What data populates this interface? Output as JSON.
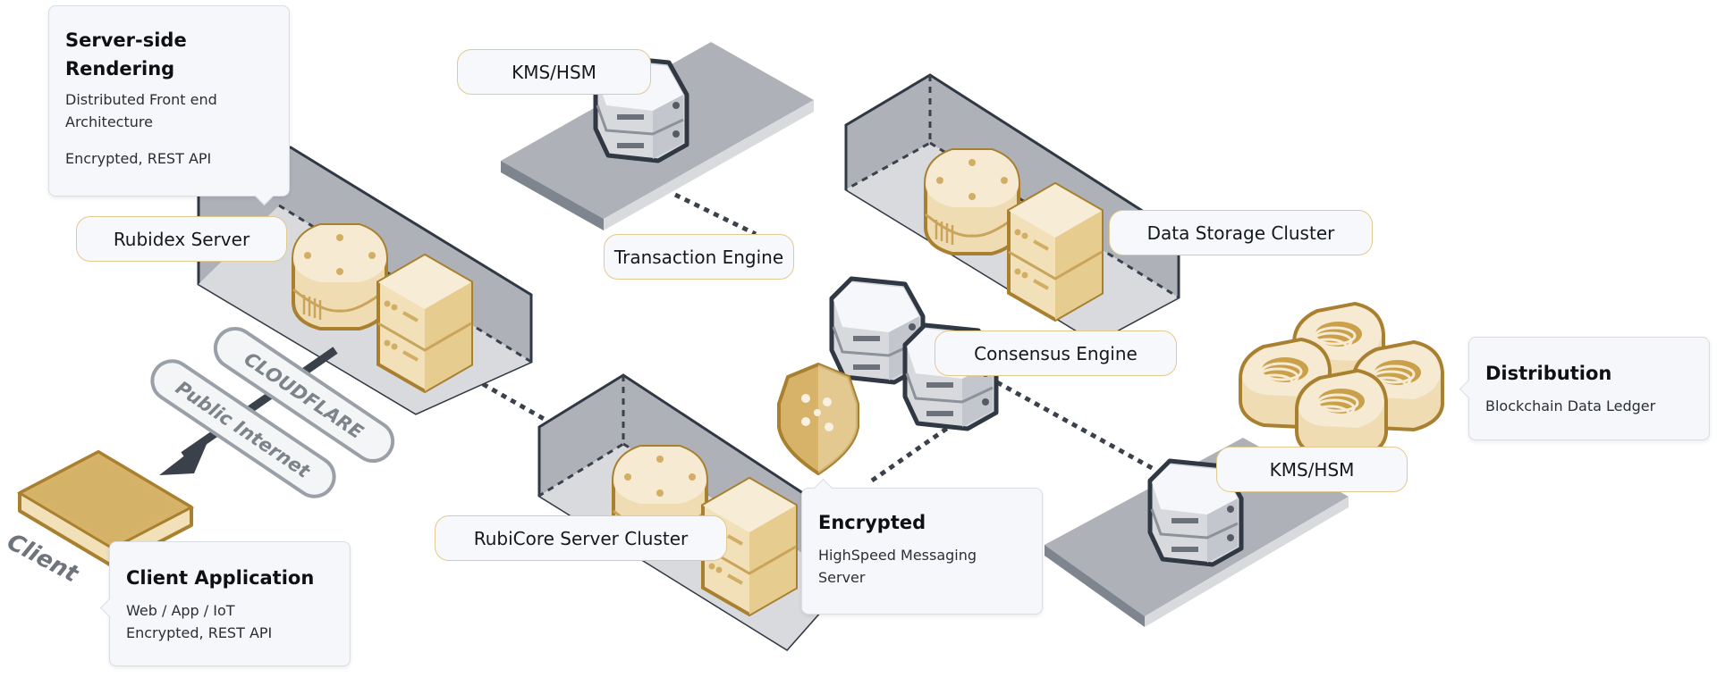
{
  "colors": {
    "accent_gold": "#d7b36a",
    "gold_outline": "#a8802f",
    "gold_light": "#f4e6c8",
    "platform_gray": "#aeb2b8",
    "platform_light": "#d8dade",
    "outline_dark": "#2f3843",
    "label_border": "#e2c98e"
  },
  "labels": {
    "kms_top": "KMS/HSM",
    "rubidex": "Rubidex Server",
    "transaction": "Transaction Engine",
    "data_storage": "Data Storage Cluster",
    "consensus": "Consensus Engine",
    "rubicore": "RubiCore Server Cluster",
    "kms_right": "KMS/HSM"
  },
  "callouts": {
    "ssr": {
      "title": "Server-side Rendering",
      "line1": "Distributed Front end Architecture",
      "line2": "Encrypted, REST API"
    },
    "client_app": {
      "title": "Client Application",
      "line1": "Web / App / IoT",
      "line2": "Encrypted, REST API"
    },
    "encrypted": {
      "title": "Encrypted",
      "line1": "HighSpeed Messaging Server"
    },
    "distribution": {
      "title": "Distribution",
      "line1": "Blockchain Data Ledger"
    }
  },
  "tunnel_labels": {
    "cloudflare": "CLOUDFLARE",
    "public_internet": "Public Internet"
  },
  "client_label": "Client",
  "icons": {
    "server_node": "database-server-icon",
    "rack": "rack-server-icon",
    "hsm": "hexagon-hsm-icon",
    "shield": "shield-icon",
    "ledger": "ledger-block-icon",
    "client_device": "tablet-icon",
    "arrow": "arrow-down-left-icon"
  }
}
